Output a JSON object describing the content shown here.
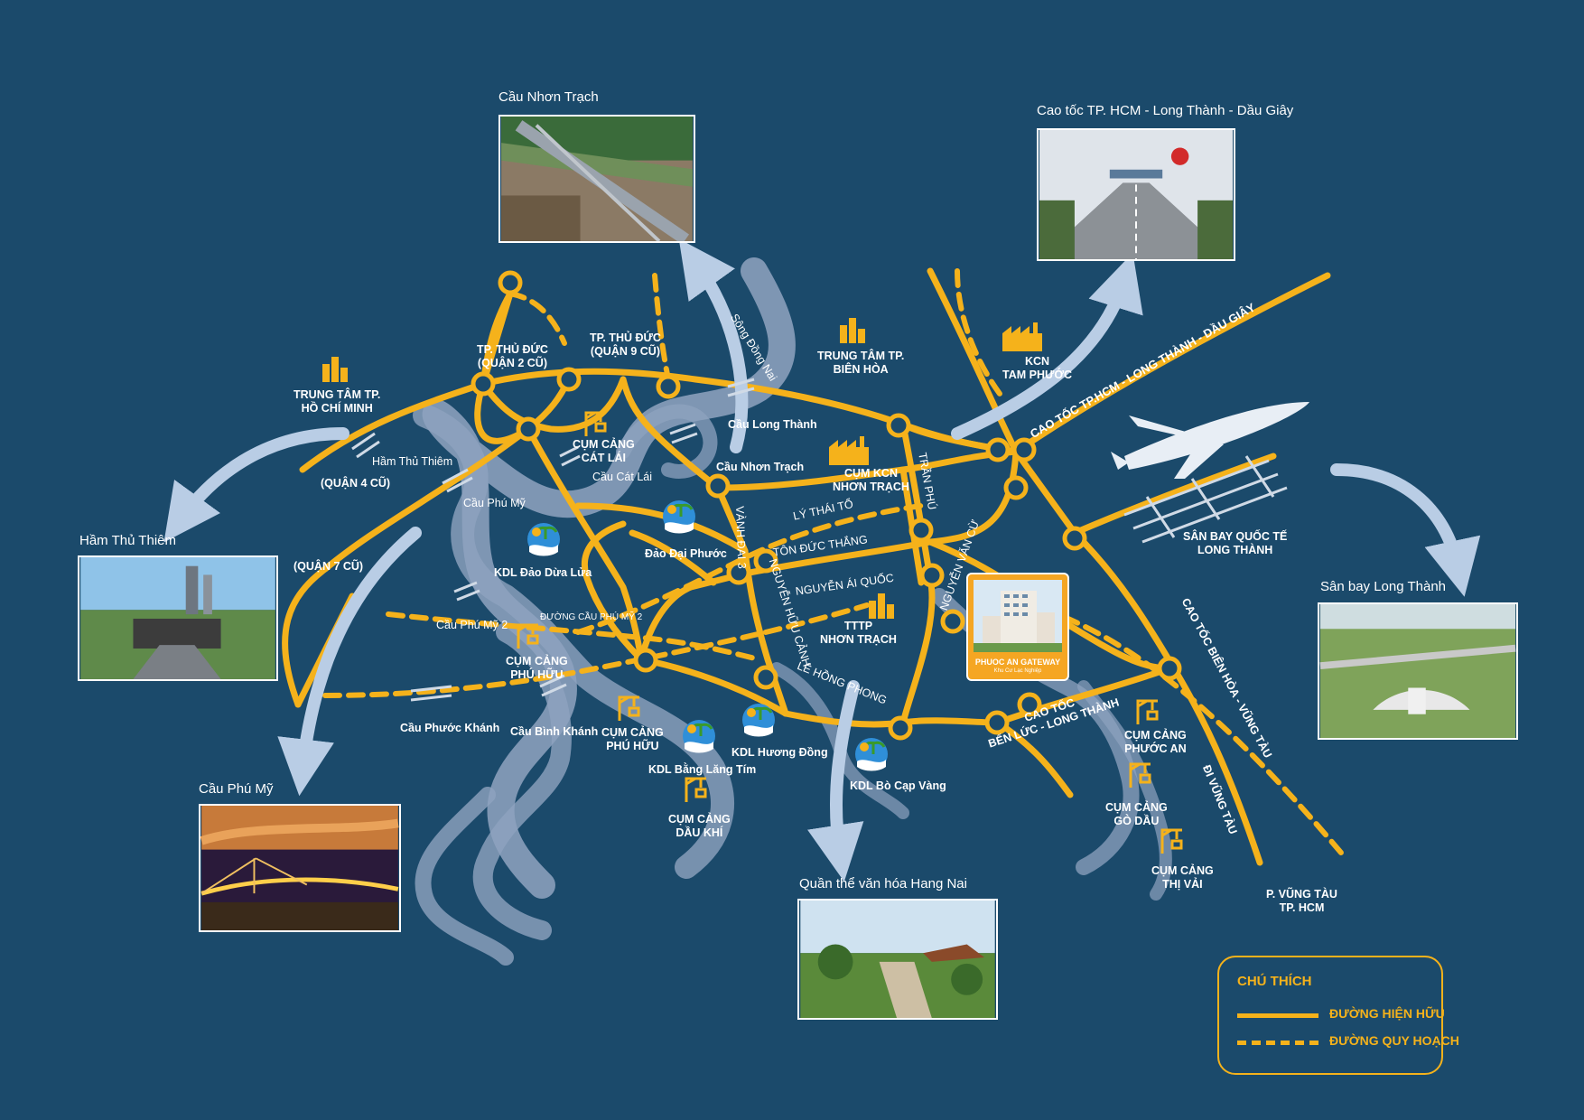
{
  "colors": {
    "background": "#1b4a6b",
    "road": "#f5b21b",
    "river": "#8fa3bf",
    "arrow": "#b9cde5",
    "label": "#ffffff"
  },
  "photos": {
    "nhon_trach_bridge": {
      "caption": "Cầu Nhơn Trạch"
    },
    "highway_dau_giay": {
      "caption": "Cao tốc TP. HCM - Long Thành - Dầu Giây"
    },
    "thu_thiem_tunnel": {
      "caption": "Hầm Thủ Thiêm"
    },
    "long_thanh_airport": {
      "caption": "Sân bay Long Thành"
    },
    "phu_my_bridge": {
      "caption": "Cầu Phú Mỹ"
    },
    "hang_nai": {
      "caption": "Quần thể văn hóa Hang Nai"
    }
  },
  "labels": {
    "trung_tam_hcm": "TRUNG TÂM TP.\nHỒ CHÍ MINH",
    "thu_duc_q2": "TP. THỦ ĐỨC\n(QUẬN 2 CŨ)",
    "thu_duc_q9": "TP. THỦ ĐỨC\n(QUẬN 9 CŨ)",
    "ham_thu_thiem": "Hầm Thủ Thiêm",
    "quan4": "(QUẬN 4 CŨ)",
    "quan7": "(QUẬN 7 CŨ)",
    "cau_phu_my": "Cầu Phú Mỹ",
    "cum_cang_cat_lai": "CỤM CẢNG\nCÁT LÁI",
    "cau_cat_lai": "Cầu Cát Lái",
    "song_dong_nai": "Sông Đồng Nai",
    "trung_tam_bien_hoa": "TRUNG TÂM TP.\nBIÊN HÒA",
    "cau_long_thanh": "Cầu Long Thành",
    "cau_nhon_trach": "Cầu Nhơn Trạch",
    "kcn_tam_phuoc": "KCN\nTAM PHƯỚC",
    "cum_kcn_nhon_trach": "CỤM KCN\nNHƠN TRẠCH",
    "tran_phu": "TRẦN PHÚ",
    "ly_thai_to": "LÝ THÁI TỔ",
    "ton_duc_thang": "TÔN ĐỨC THẮNG",
    "nguyen_ai_quoc": "NGUYỄN ÁI QUỐC",
    "vanh_dai_3": "VÀNH ĐAI 3",
    "nguyen_huu_canh": "NGUYỄN HỮU CẢNH",
    "dao_dai_phuoc": "Đảo Đại Phước",
    "kdl_dao_dua_lua": "KDL Đảo Dừa Lửa",
    "cau_phu_my_2": "Cầu Phú Mỹ 2",
    "duong_cau_phu_my_2": "ĐƯỜNG CẦU PHÚ MỸ 2",
    "cum_cang_phu_huu_1": "CỤM CẢNG\nPHÚ HỮU",
    "cum_cang_phu_huu_2": "CỤM CẢNG\nPHÚ HỮU",
    "tttp_nhon_trach": "TTTP\nNHƠN TRẠCH",
    "le_hong_phong": "LÊ HỒNG PHONG",
    "nguyen_van_cu": "NGUYỄN VĂN CỪ",
    "cau_phuoc_khanh": "Cầu Phước Khánh",
    "cau_binh_khanh": "Cầu Bình Khánh",
    "kdl_bang_lang_tim": "KDL Bằng Lăng Tím",
    "kdl_huong_dong": "KDL Hương Đồng",
    "kdl_bo_cap_vang": "KDL Bò Cạp Vàng",
    "cum_cang_dau_khi": "CỤM CẢNG\nDẦU KHÍ",
    "cao_toc_dau_giay": "CAO TỐC TP.HCM - LONG THÀNH - DẦU GIÂY",
    "san_bay_long_thanh": "SÂN BAY QUỐC TẾ\nLONG THÀNH",
    "cao_toc_ben_luc": "CAO TỐC\nBẾN LỨC - LONG THÀNH",
    "cao_toc_bien_hoa": "CAO TỐC BIÊN HÒA - VŨNG TÀU",
    "di_vung_tau": "ĐI VŨNG TÀU",
    "cum_cang_phuoc_an": "CỤM CẢNG\nPHƯỚC AN",
    "cum_cang_go_dau": "CỤM CẢNG\nGÒ DẦU",
    "cum_cang_thi_vai": "CỤM CẢNG\nTHỊ VẢI",
    "vung_tau_hcm": "P. VŨNG TÀU\nTP. HCM"
  },
  "project": {
    "name": "PHUOC AN GATEWAY",
    "subtitle": "Khu Cư Lạc Nghiệp"
  },
  "legend": {
    "title": "CHÚ THÍCH",
    "existing": "ĐƯỜNG HIỆN HỮU",
    "planned": "ĐƯỜNG QUY HOẠCH"
  }
}
